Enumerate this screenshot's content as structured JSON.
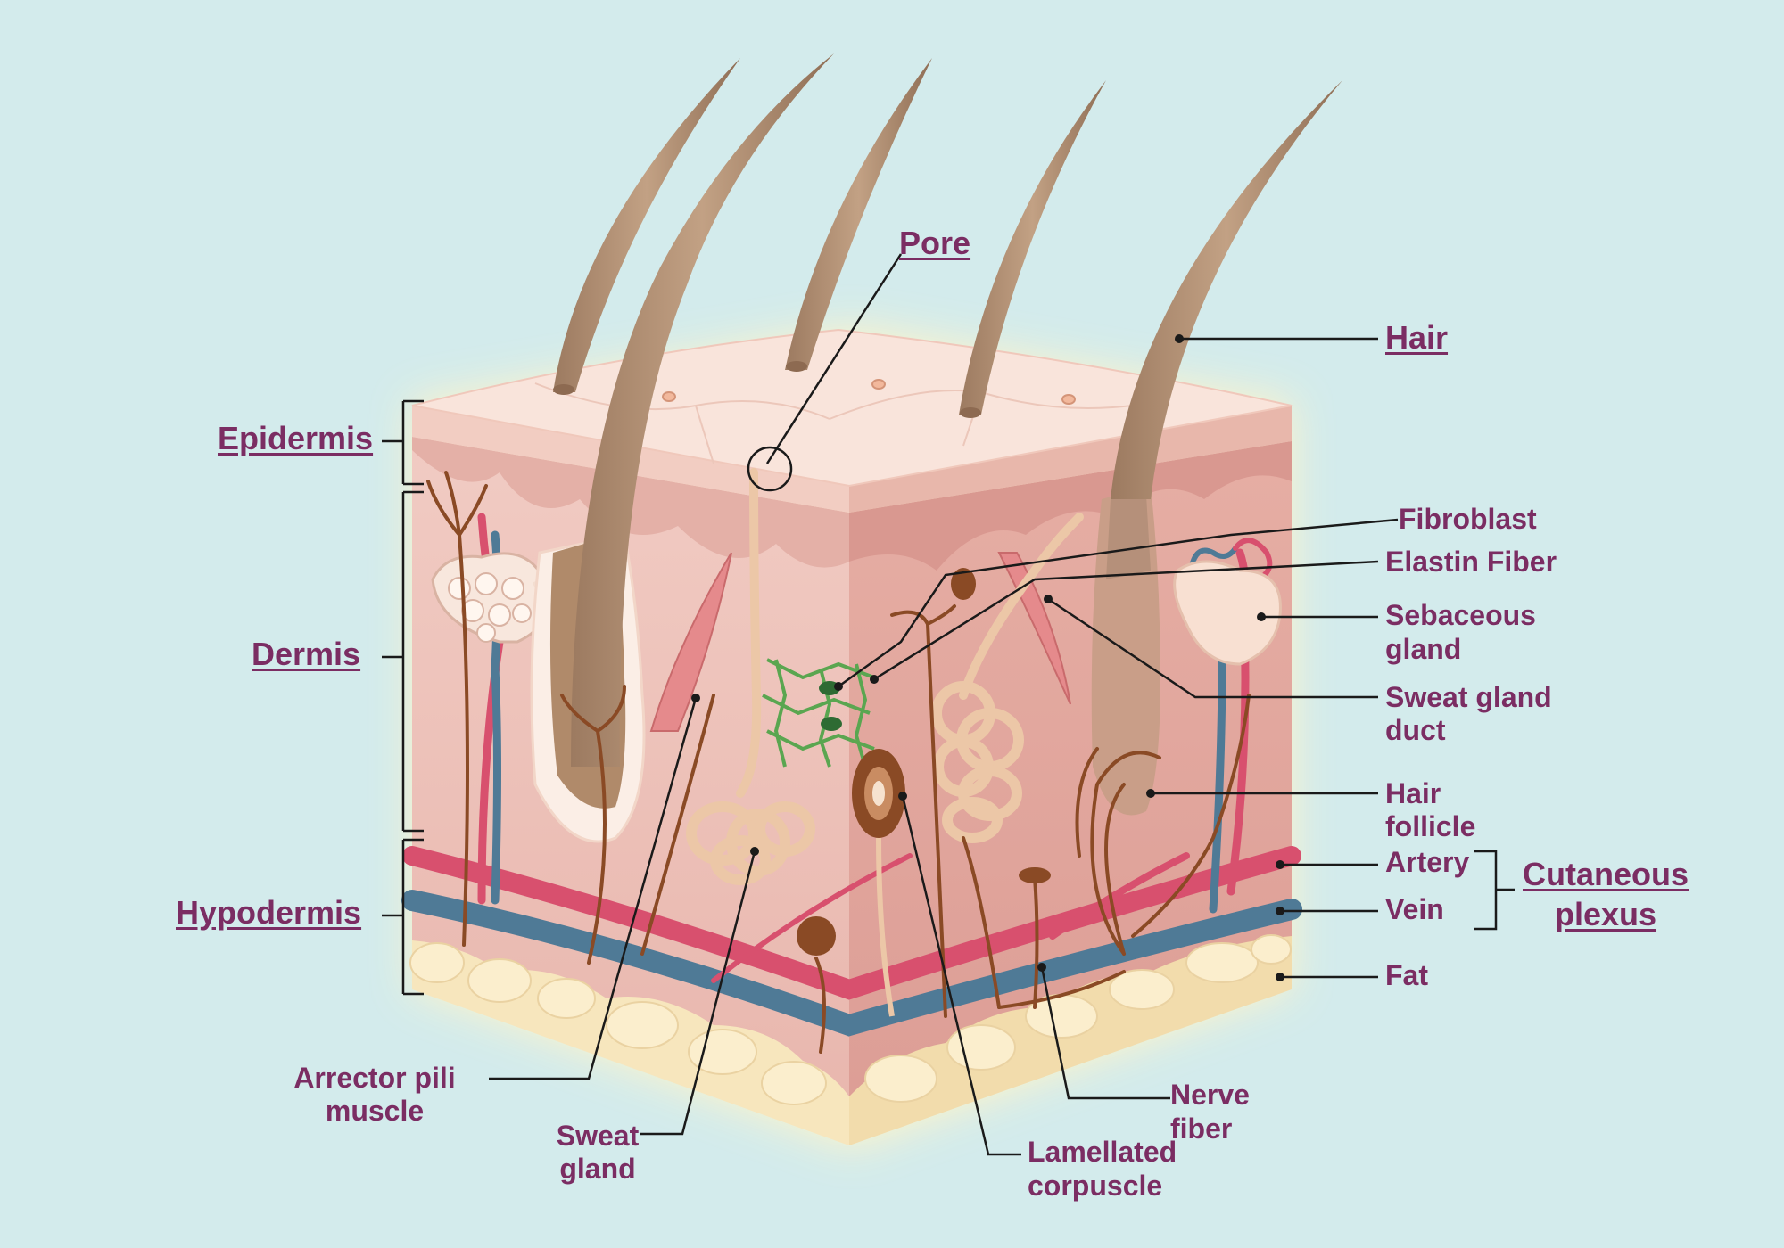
{
  "diagram": {
    "layers": {
      "epidermis": "Epidermis",
      "dermis": "Dermis",
      "hypodermis": "Hypodermis"
    },
    "labels": {
      "pore": "Pore",
      "hair": "Hair",
      "fibroblast": "Fibroblast",
      "elastin_fiber": "Elastin Fiber",
      "sebaceous_gland_1": "Sebaceous",
      "sebaceous_gland_2": "gland",
      "sweat_gland_duct_1": "Sweat gland",
      "sweat_gland_duct_2": "duct",
      "hair_follicle_1": "Hair",
      "hair_follicle_2": "follicle",
      "artery": "Artery",
      "vein": "Vein",
      "cutaneous_plexus_1": "Cutaneous",
      "cutaneous_plexus_2": "plexus",
      "fat": "Fat",
      "arrector_pili_1": "Arrector pili",
      "arrector_pili_2": "muscle",
      "sweat_gland_1": "Sweat",
      "sweat_gland_2": "gland",
      "lamellated_corpuscle_1": "Lamellated",
      "lamellated_corpuscle_2": "corpuscle",
      "nerve_fiber_1": "Nerve",
      "nerve_fiber_2": "fiber"
    },
    "colors": {
      "background": "#d3ebec",
      "label_text": "#7b2d63",
      "leader_line": "#1a1a1a",
      "epidermis": "#f7dbd0",
      "dermis": "#efc4bc",
      "hypodermis_fat": "#f7e6bd",
      "hair": "#b08a6a",
      "artery": "#d8506e",
      "vein": "#4f7a96",
      "nerve": "#8a4a25",
      "elastin": "#5aa650"
    }
  }
}
